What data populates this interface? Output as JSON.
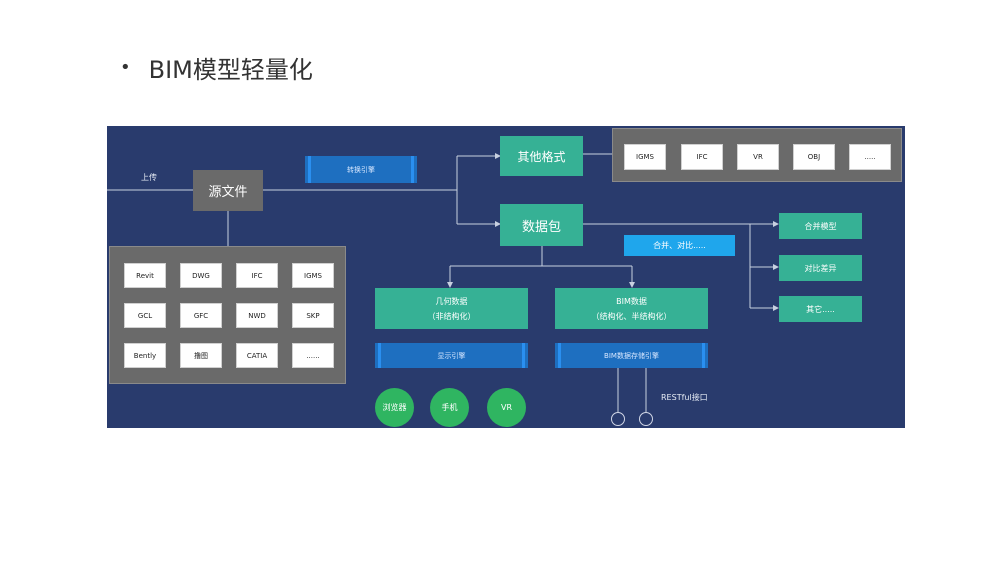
{
  "slide": {
    "bullet": "•",
    "title": "BIM模型轻量化"
  },
  "diagram": {
    "upload_label": "上传",
    "source_box": "源文件",
    "convert_engine": "转换引擎",
    "other_formats": "其他格式",
    "other_format_items": [
      "IGMS",
      "IFC",
      "VR",
      "OBJ",
      "....."
    ],
    "data_package": "数据包",
    "merge_compare": "合并、对比.....",
    "right_outputs": [
      "合并模型",
      "对比差异",
      "其它....."
    ],
    "source_formats": [
      "Revit",
      "DWG",
      "IFC",
      "IGMS",
      "GCL",
      "GFC",
      "NWD",
      "SKP",
      "Bently",
      "撸图",
      "CATIA",
      "......"
    ],
    "geometry_data": {
      "title": "几何数据",
      "subtitle": "（非结构化）"
    },
    "bim_data": {
      "title": "BIM数据",
      "subtitle": "（结构化、半结构化）"
    },
    "display_engine": "显示引擎",
    "bim_storage_engine": "BIM数据存储引擎",
    "clients": [
      "浏览器",
      "手机",
      "VR"
    ],
    "restful": "RESTful接口"
  }
}
